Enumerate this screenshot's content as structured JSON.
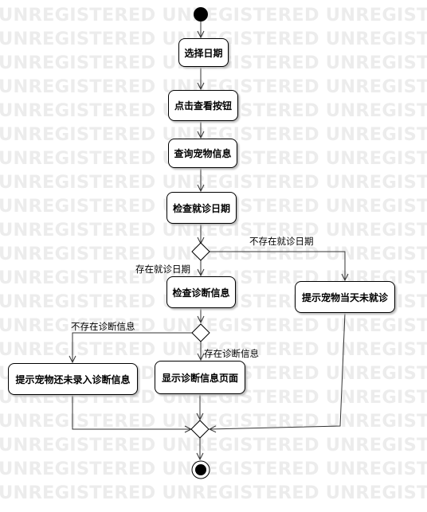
{
  "watermark": {
    "text": "UNREGISTERED UNREGISTERED UNREGISTERED"
  },
  "diagram": {
    "type": "uml-activity",
    "nodes": {
      "select_date": "选择日期",
      "click_view": "点击查看按钮",
      "query_pet": "查询宠物信息",
      "check_visit_date": "检查就诊日期",
      "check_diagnosis": "检查诊断信息",
      "prompt_no_visit": "提示宠物当天未就诊",
      "prompt_no_diagnosis": "提示宠物还未录入诊断信息",
      "show_diagnosis_page": "显示诊断信息页面"
    },
    "guards": {
      "visit_not_exist": "不存在就诊日期",
      "visit_exist": "存在就诊日期",
      "diagnosis_not_exist": "不存在诊断信息",
      "diagnosis_exist": "存在诊断信息"
    },
    "colors": {
      "line": "#333333",
      "node_border": "#000000",
      "node_fill": "#ffffff",
      "watermark": "#ececec"
    }
  }
}
